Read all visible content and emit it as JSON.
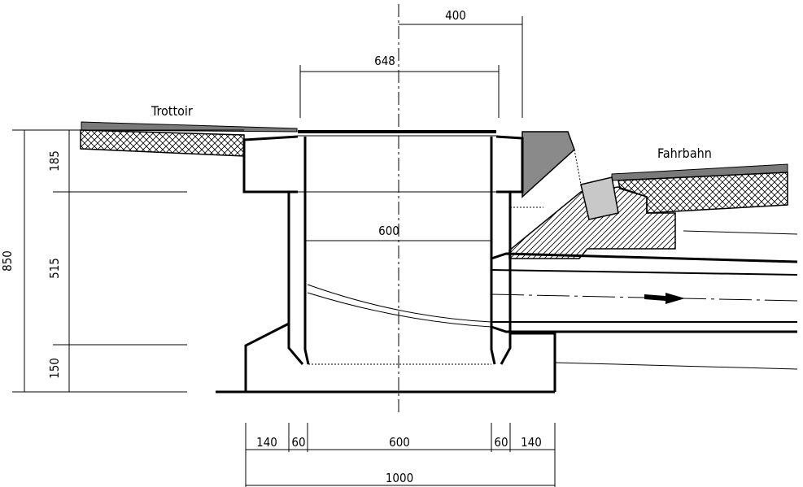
{
  "labels": {
    "trottoir": "Trottoir",
    "fahrbahn": "Fahrbahn"
  },
  "dimensions": {
    "top_offset": "400",
    "frame_width": "648",
    "inner_width": "600",
    "total_height": "850",
    "upper_height": "185",
    "middle_height": "515",
    "lower_height": "150",
    "bottom_left_outer": "140",
    "bottom_left_wall": "60",
    "bottom_inner": "600",
    "bottom_right_wall": "60",
    "bottom_right_outer": "140",
    "bottom_total": "1000"
  },
  "colors": {
    "surface_grey": "#7a7a7a",
    "curb_grey": "#8a8a8a",
    "gutter_stone": "#c8c8c8"
  }
}
